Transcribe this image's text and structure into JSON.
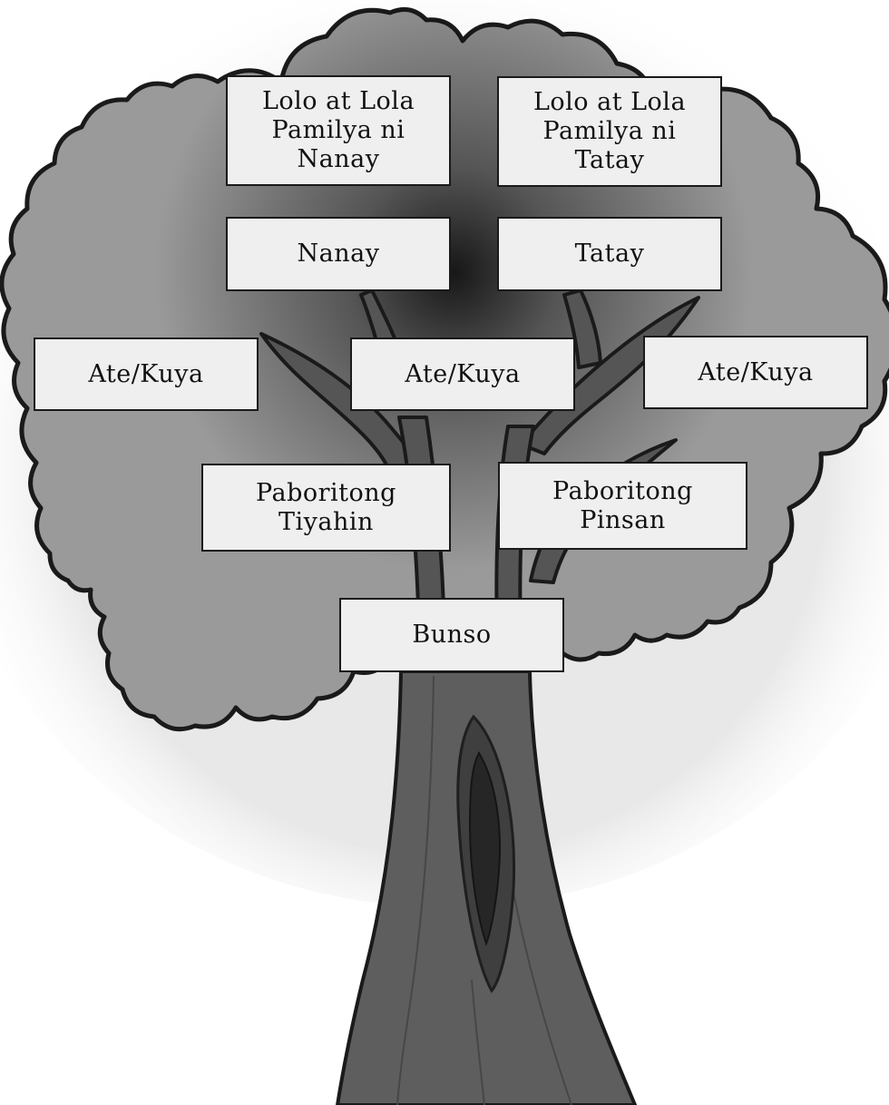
{
  "title": "",
  "colors": {
    "foliage": "#9a9a9a",
    "foliage_center": "#3c3c3c",
    "trunk": "#5e5e5e",
    "trunk_dark": "#3a3a3a",
    "outline": "#1a1a1a",
    "box_fill": "#efefef"
  },
  "labels": {
    "grandparents_mother": "Lolo at Lola\nPamilya ni\nNanay",
    "grandparents_father": "Lolo at Lola\nPamilya ni\nTatay",
    "mother": "Nanay",
    "father": "Tatay",
    "sibling_left": "Ate/Kuya",
    "sibling_center": "Ate/Kuya",
    "sibling_right": "Ate/Kuya",
    "favorite_aunt": "Paboritong\nTiyahin",
    "favorite_cousin": "Paboritong\nPinsan",
    "youngest": "Bunso"
  }
}
